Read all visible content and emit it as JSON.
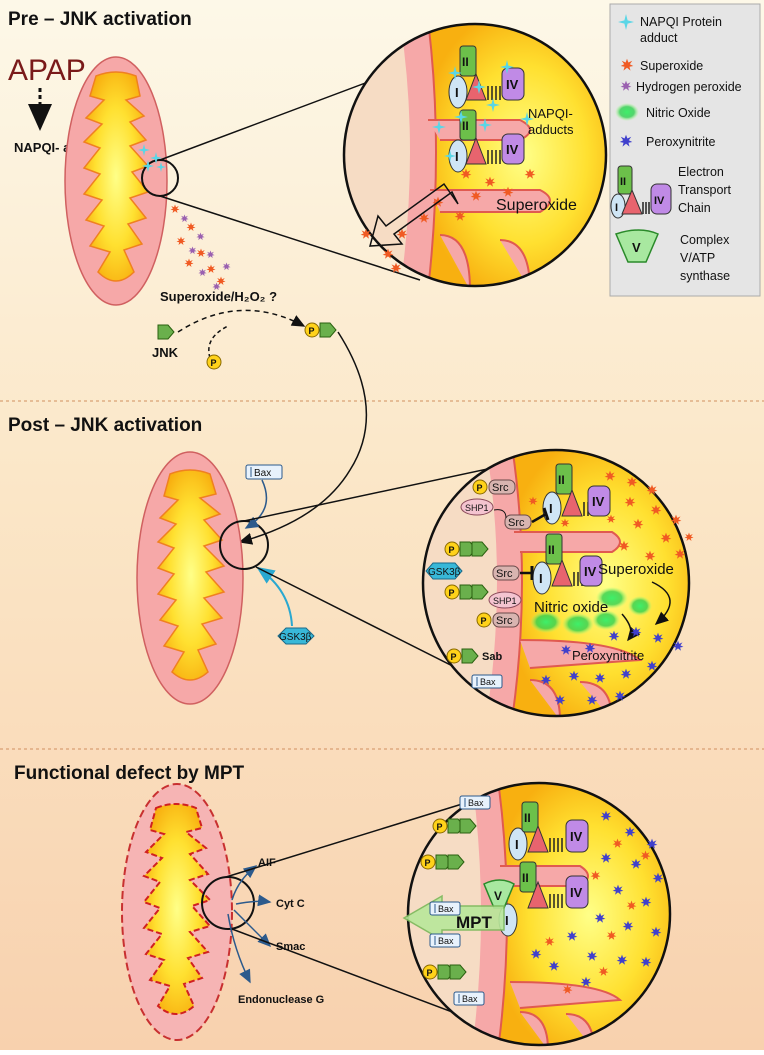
{
  "sections": {
    "pre_title": "Pre – JNK activation",
    "post_title": "Post – JNK activation",
    "mpt_title": "Functional defect by MPT"
  },
  "pre": {
    "apap": "APAP",
    "napqi_adducts": "NAPQI- adducts",
    "superoxide_h2o2": "Superoxide/H₂O₂ ?",
    "jnk": "JNK",
    "p": "P",
    "zoom_napqi_1": "NAPQI-",
    "zoom_napqi_2": "adducts",
    "zoom_superoxide": "Superoxide"
  },
  "post": {
    "bax": "Bax",
    "gsk3b": "GSK3β",
    "src": "Src",
    "shp1": "SHP1",
    "sab": "Sab",
    "superoxide": "Superoxide",
    "nitric_oxide": "Nitric oxide",
    "peroxynitrite": "Peroxynitrite"
  },
  "mpt": {
    "aif": "AIF",
    "cytc": "Cyt C",
    "smac": "Smac",
    "endog": "Endonuclease G",
    "mpt": "MPT",
    "bax": "Bax"
  },
  "etc": {
    "c1": "I",
    "c2": "II",
    "c4": "IV",
    "c5": "V"
  },
  "legend": {
    "napqi_1": "NAPQI Protein",
    "napqi_2": "adduct",
    "superoxide": "Superoxide",
    "h2o2": "Hydrogen peroxide",
    "no": "Nitric Oxide",
    "peroxynitrite": "Peroxynitrite",
    "etc_1": "Electron",
    "etc_2": "Transport",
    "etc_3": "Chain",
    "atp_1": "Complex",
    "atp_2": "V/ATP",
    "atp_3": "synthase"
  },
  "colors": {
    "matrix": "#ffd21a",
    "membrane": "#f7b1a8",
    "superoxide": "#f05a23",
    "peroxynitrite": "#4040cc",
    "napqi": "#5ad6e6",
    "nitric_oxide": "#2ee05a",
    "complex_I": "#cfe5f5",
    "complex_II": "#6cc04a",
    "complex_III": "#e8646e",
    "complex_IV": "#c08ae6",
    "gsk3b": "#38b8d8",
    "jnk": "#6ab04c",
    "phosphate": "#ffd21a"
  }
}
